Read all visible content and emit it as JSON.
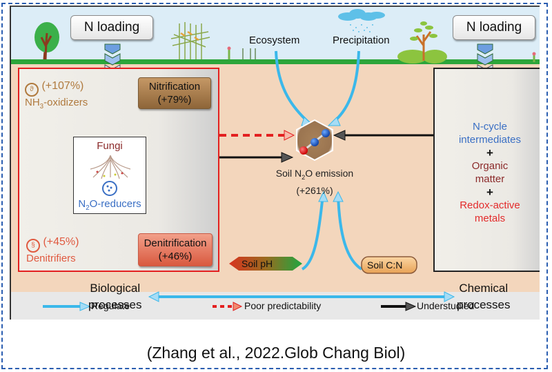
{
  "diagram": {
    "top_labels": {
      "n_loading_left": "N loading",
      "n_loading_right": "N loading",
      "ecosystem": "Ecosystem",
      "precipitation": "Precipitation"
    },
    "biological": {
      "nh3_oxidizers": {
        "change": "(+107%)",
        "name_prefix": "NH",
        "name_sub": "3",
        "name_suffix": "-oxidizers"
      },
      "nitrification": {
        "label": "Nitrification",
        "change": "(+79%)"
      },
      "fungi": "Fungi",
      "n2o_reducers": {
        "prefix": "N",
        "sub": "2",
        "suffix": "O-reducers"
      },
      "denitrifiers": {
        "change": "(+45%)",
        "name": "Denitrifiers"
      },
      "denitrification": {
        "label": "Denitrification",
        "change": "(+46%)"
      }
    },
    "center": {
      "emission_prefix": "Soil N",
      "emission_sub": "2",
      "emission_suffix": "O emission",
      "emission_change": "(+261%)",
      "soil_ph": "Soil pH",
      "soil_cn": "Soil C:N"
    },
    "chemical": {
      "n_cycle_1": "N-cycle",
      "n_cycle_2": "intermediates",
      "plus1": "+",
      "organic_1": "Organic",
      "organic_2": "matter",
      "plus2": "+",
      "redox_1": "Redox-active",
      "redox_2": "metals"
    },
    "bottom": {
      "bio_1": "Biological",
      "bio_2": "processes",
      "chem_1": "Chemical",
      "chem_2": "processes"
    },
    "legend": {
      "regulate": "Regulate",
      "poor": "Poor predictability",
      "understudied": "Understudied"
    },
    "colors": {
      "regulate": "#3bb8ea",
      "poor": "#e32020",
      "understudied": "#111111",
      "nitrogen_blue": "#3a6fc4",
      "organic_red": "#8b2a2a",
      "redox_red": "#e32b2b",
      "nh3_brown": "#b07a3e",
      "denitrifier_red": "#e05a40"
    }
  },
  "citation": "(Zhang et al., 2022.Glob Chang Biol)"
}
